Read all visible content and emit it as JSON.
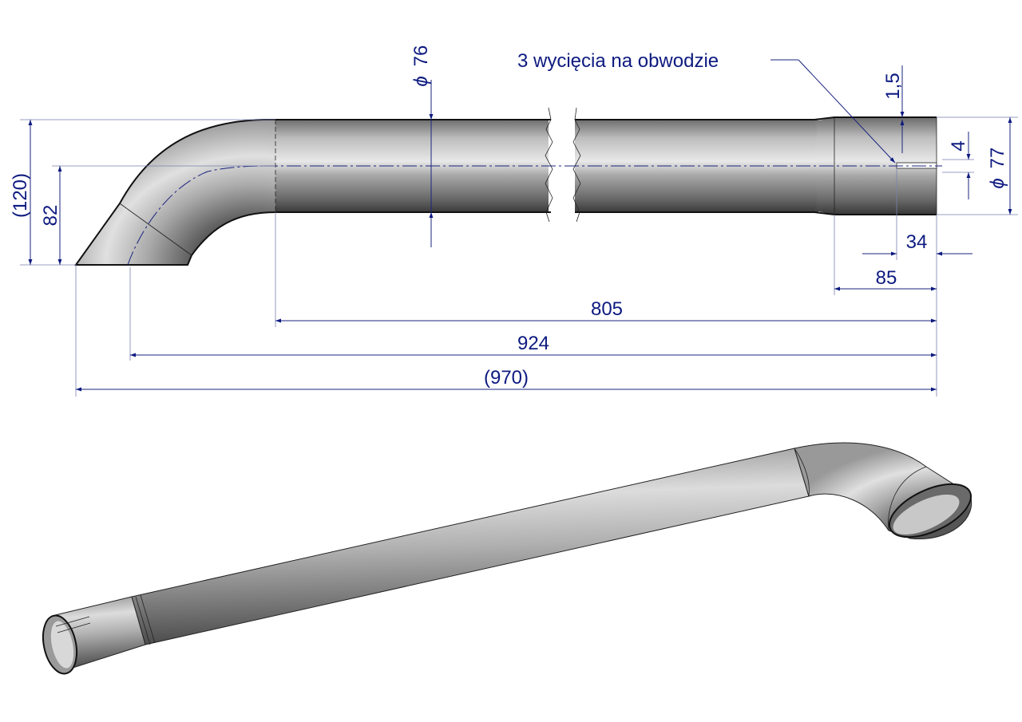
{
  "drawing": {
    "note": "3 wycięcia na obwodzie",
    "dimensions": {
      "height_total": "(120)",
      "height_center": "82",
      "pipe_diameter": "76",
      "sleeve_diameter": "77",
      "diameter_symbol": "ϕ",
      "wall": "1,5",
      "slot_width": "4",
      "slot_length": "34",
      "sleeve_length": "85",
      "len_805": "805",
      "len_924": "924",
      "len_970": "(970)"
    }
  }
}
